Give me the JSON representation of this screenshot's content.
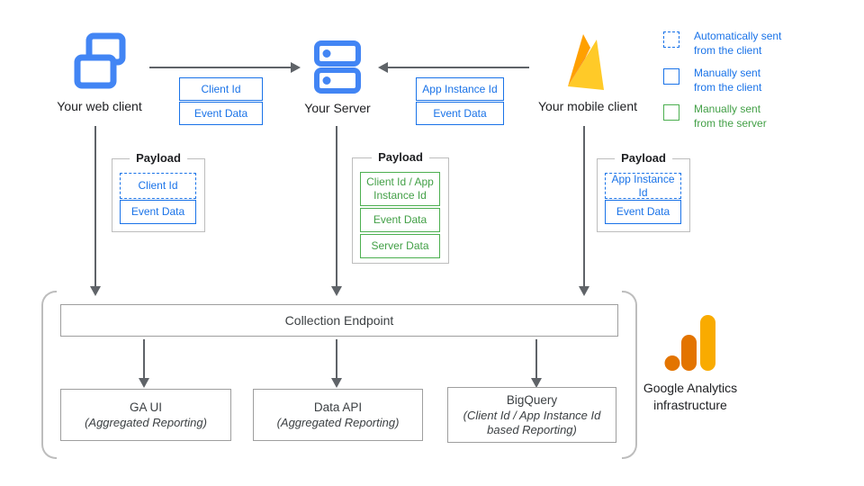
{
  "nodes": {
    "web_client": {
      "label": "Your web client"
    },
    "server": {
      "label": "Your Server"
    },
    "mobile_client": {
      "label": "Your mobile client"
    }
  },
  "flow_tags": {
    "web_to_server": [
      "Client Id",
      "Event Data"
    ],
    "mobile_to_server": [
      "App Instance Id",
      "Event Data"
    ]
  },
  "legend": [
    {
      "line1": "Automatically sent",
      "line2": "from the client",
      "style": "dashed-blue"
    },
    {
      "line1": "Manually sent",
      "line2": "from the client",
      "style": "solid-blue"
    },
    {
      "line1": "Manually sent",
      "line2": "from the server",
      "style": "solid-green"
    }
  ],
  "payloads": [
    {
      "title": "Payload",
      "fields": [
        {
          "label": "Client Id",
          "style": "dashed-blue"
        },
        {
          "label": "Event Data",
          "style": "solid-blue"
        }
      ]
    },
    {
      "title": "Payload",
      "fields": [
        {
          "label": "Client Id / App Instance Id",
          "style": "solid-green"
        },
        {
          "label": "Event Data",
          "style": "solid-green"
        },
        {
          "label": "Server Data",
          "style": "solid-green"
        }
      ]
    },
    {
      "title": "Payload",
      "fields": [
        {
          "label": "App Instance Id",
          "style": "dashed-blue"
        },
        {
          "label": "Event Data",
          "style": "solid-blue"
        }
      ]
    }
  ],
  "infrastructure": {
    "collection_endpoint": "Collection Endpoint",
    "outputs": [
      {
        "title": "GA UI",
        "subtitle": "(Aggregated Reporting)"
      },
      {
        "title": "Data API",
        "subtitle": "(Aggregated Reporting)"
      },
      {
        "title": "BigQuery",
        "subtitle": "(Client Id / App Instance Id based Reporting)"
      }
    ],
    "caption": {
      "line1": "Google Analytics",
      "line2": "infrastructure"
    }
  },
  "icons": {
    "web_client": "browser-windows-icon",
    "server": "server-stack-icon",
    "mobile_client": "firebase-icon",
    "analytics": "google-analytics-icon"
  },
  "colors": {
    "blue": "#1A73E8",
    "icon_blue": "#4285F4",
    "green": "#4CAF50",
    "arrow_gray": "#5F6368",
    "box_border_gray": "#9E9E9E",
    "firebase_yellow": "#FFCA28",
    "firebase_orange": "#FFA000",
    "firebase_dark_orange": "#F57C00",
    "analytics_amber": "#F9AB00",
    "analytics_orange": "#E37400"
  }
}
